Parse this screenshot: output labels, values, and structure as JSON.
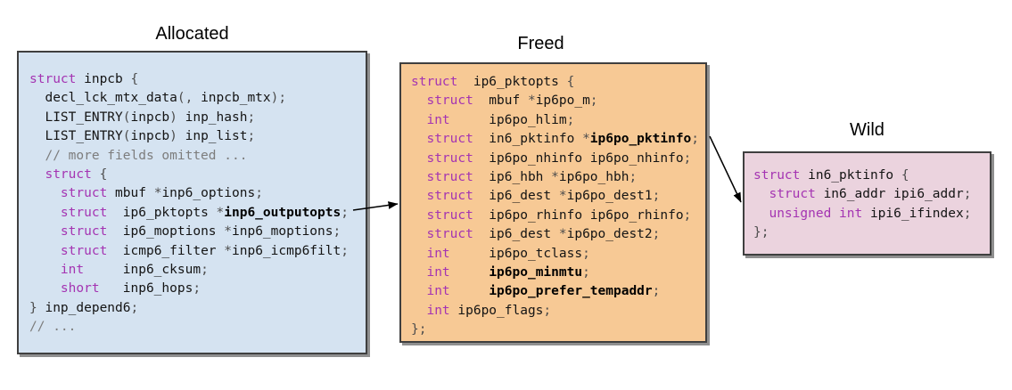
{
  "colors": {
    "allocated_fill": "#d5e3f1",
    "freed_fill": "#f7c995",
    "wild_fill": "#ebd3de",
    "box_border": "#3f3f3f",
    "keyword": "#a434b2",
    "identifier": "#141414",
    "punctuation": "#4d4d4d",
    "comment": "#7d7d7d",
    "arrow": "#000000"
  },
  "boxes": [
    {
      "id": "allocated",
      "title": "Allocated",
      "struct_name": "inpcb",
      "fill": "#d5e3f1",
      "lines": [
        [
          [
            "kw",
            "struct"
          ],
          [
            "id",
            " inpcb "
          ],
          [
            "p",
            "{"
          ]
        ],
        [
          [
            "id",
            "  decl_lck_mtx_data"
          ],
          [
            "p",
            "(,"
          ],
          [
            "id",
            " inpcb_mtx"
          ],
          [
            "p",
            ");"
          ]
        ],
        [
          [
            "id",
            "  LIST_ENTRY"
          ],
          [
            "p",
            "("
          ],
          [
            "id",
            "inpcb"
          ],
          [
            "p",
            ")"
          ],
          [
            "id",
            " inp_hash"
          ],
          [
            "p",
            ";"
          ]
        ],
        [
          [
            "id",
            "  LIST_ENTRY"
          ],
          [
            "p",
            "("
          ],
          [
            "id",
            "inpcb"
          ],
          [
            "p",
            ")"
          ],
          [
            "id",
            " inp_list"
          ],
          [
            "p",
            ";"
          ]
        ],
        [
          [
            "c",
            "  // more fields omitted ..."
          ]
        ],
        [
          [
            "kw",
            "  struct"
          ],
          [
            "p",
            " {"
          ]
        ],
        [
          [
            "kw",
            "    struct"
          ],
          [
            "id",
            " mbuf "
          ],
          [
            "p",
            "*"
          ],
          [
            "id",
            "inp6_options"
          ],
          [
            "p",
            ";"
          ]
        ],
        [
          [
            "kw",
            "    struct"
          ],
          [
            "id",
            "  ip6_pktopts "
          ],
          [
            "p",
            "*"
          ],
          [
            "b",
            "inp6_outputopts"
          ],
          [
            "p",
            ";"
          ]
        ],
        [
          [
            "kw",
            "    struct"
          ],
          [
            "id",
            "  ip6_moptions "
          ],
          [
            "p",
            "*"
          ],
          [
            "id",
            "inp6_moptions"
          ],
          [
            "p",
            ";"
          ]
        ],
        [
          [
            "kw",
            "    struct"
          ],
          [
            "id",
            "  icmp6_filter "
          ],
          [
            "p",
            "*"
          ],
          [
            "id",
            "inp6_icmp6filt"
          ],
          [
            "p",
            ";"
          ]
        ],
        [
          [
            "kw",
            "    int"
          ],
          [
            "id",
            "     inp6_cksum"
          ],
          [
            "p",
            ";"
          ]
        ],
        [
          [
            "kw",
            "    short"
          ],
          [
            "id",
            "   inp6_hops"
          ],
          [
            "p",
            ";"
          ]
        ],
        [
          [
            "p",
            "}"
          ],
          [
            "id",
            " inp_depend6"
          ],
          [
            "p",
            ";"
          ]
        ],
        [
          [
            "c",
            "// ..."
          ]
        ]
      ]
    },
    {
      "id": "freed",
      "title": "Freed",
      "struct_name": "ip6_pktopts",
      "fill": "#f7c995",
      "lines": [
        [
          [
            "kw",
            "struct"
          ],
          [
            "id",
            "  ip6_pktopts "
          ],
          [
            "p",
            "{"
          ]
        ],
        [
          [
            "kw",
            "  struct"
          ],
          [
            "id",
            "  mbuf "
          ],
          [
            "p",
            "*"
          ],
          [
            "id",
            "ip6po_m"
          ],
          [
            "p",
            ";"
          ]
        ],
        [
          [
            "kw",
            "  int"
          ],
          [
            "id",
            "     ip6po_hlim"
          ],
          [
            "p",
            ";"
          ]
        ],
        [
          [
            "kw",
            "  struct"
          ],
          [
            "id",
            "  in6_pktinfo "
          ],
          [
            "p",
            "*"
          ],
          [
            "b",
            "ip6po_pktinfo"
          ],
          [
            "p",
            ";"
          ]
        ],
        [
          [
            "kw",
            "  struct"
          ],
          [
            "id",
            "  ip6po_nhinfo ip6po_nhinfo"
          ],
          [
            "p",
            ";"
          ]
        ],
        [
          [
            "kw",
            "  struct"
          ],
          [
            "id",
            "  ip6_hbh "
          ],
          [
            "p",
            "*"
          ],
          [
            "id",
            "ip6po_hbh"
          ],
          [
            "p",
            ";"
          ]
        ],
        [
          [
            "kw",
            "  struct"
          ],
          [
            "id",
            "  ip6_dest "
          ],
          [
            "p",
            "*"
          ],
          [
            "id",
            "ip6po_dest1"
          ],
          [
            "p",
            ";"
          ]
        ],
        [
          [
            "kw",
            "  struct"
          ],
          [
            "id",
            "  ip6po_rhinfo ip6po_rhinfo"
          ],
          [
            "p",
            ";"
          ]
        ],
        [
          [
            "kw",
            "  struct"
          ],
          [
            "id",
            "  ip6_dest "
          ],
          [
            "p",
            "*"
          ],
          [
            "id",
            "ip6po_dest2"
          ],
          [
            "p",
            ";"
          ]
        ],
        [
          [
            "kw",
            "  int"
          ],
          [
            "id",
            "     ip6po_tclass"
          ],
          [
            "p",
            ";"
          ]
        ],
        [
          [
            "kw",
            "  int"
          ],
          [
            "id",
            "     "
          ],
          [
            "b",
            "ip6po_minmtu"
          ],
          [
            "p",
            ";"
          ]
        ],
        [
          [
            "kw",
            "  int"
          ],
          [
            "id",
            "     "
          ],
          [
            "b",
            "ip6po_prefer_tempaddr"
          ],
          [
            "p",
            ";"
          ]
        ],
        [
          [
            "kw",
            "  int"
          ],
          [
            "id",
            " ip6po_flags"
          ],
          [
            "p",
            ";"
          ]
        ],
        [
          [
            "p",
            "};"
          ]
        ]
      ]
    },
    {
      "id": "wild",
      "title": "Wild",
      "struct_name": "in6_pktinfo",
      "fill": "#ebd3de",
      "lines": [
        [
          [
            "kw",
            "struct"
          ],
          [
            "id",
            " in6_pktinfo "
          ],
          [
            "p",
            "{"
          ]
        ],
        [
          [
            "kw",
            "  struct"
          ],
          [
            "id",
            " in6_addr ipi6_addr"
          ],
          [
            "p",
            ";"
          ]
        ],
        [
          [
            "kw",
            "  unsigned int"
          ],
          [
            "id",
            " ipi6_ifindex"
          ],
          [
            "p",
            ";"
          ]
        ],
        [
          [
            "p",
            "};"
          ]
        ]
      ]
    }
  ],
  "arrows": [
    {
      "from": "inp6_outputopts",
      "to": "ip6_pktopts"
    },
    {
      "from": "ip6po_pktinfo",
      "to": "in6_pktinfo"
    }
  ]
}
